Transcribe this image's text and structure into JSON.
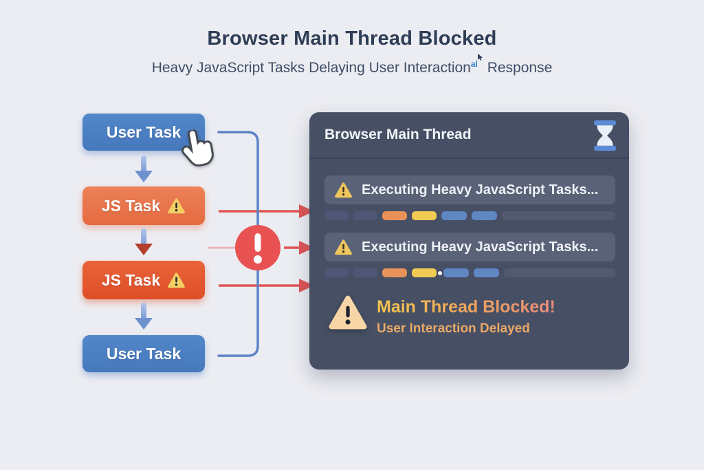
{
  "header": {
    "title": "Browser Main Thread Blocked",
    "subtitle": "Heavy JavaScript Tasks Delaying User Interaction",
    "subtitle_mark": "al",
    "subtitle_tail": " Response"
  },
  "flow": {
    "nodes": [
      {
        "label": "User Task",
        "type": "user"
      },
      {
        "label": "JS Task",
        "type": "js",
        "warning": true
      },
      {
        "label": "JS Task",
        "type": "js",
        "warning": true
      },
      {
        "label": "User Task",
        "type": "user"
      }
    ]
  },
  "panel": {
    "title": "Browser Main Thread",
    "rows": [
      {
        "label": "Executing Heavy JavaScript Tasks...",
        "segments": [
          "slate",
          "slate",
          "orange",
          "yellow",
          "blue",
          "blue",
          "track"
        ]
      },
      {
        "label": "Executing Heavy JavaScript Tasks...",
        "segments": [
          "slate",
          "slate",
          "orange",
          "yellow",
          "dot",
          "blue",
          "blue",
          "track"
        ]
      }
    ],
    "alert": {
      "title": "Main Thread Blocked!",
      "subtitle": "User Interaction Delayed"
    }
  },
  "icons": {
    "hand_cursor": "pointing-hand-cursor",
    "hourglass": "hourglass",
    "row_warning": "warning-triangle",
    "node_warning": "warning-triangle",
    "error_circle": "exclamation-circle",
    "interaction_mark": "text-cursor-click"
  },
  "colors": {
    "background": "#ECEDF2",
    "title_text": "#2E3D55",
    "user_task_blue": "#4C7FC3",
    "js_task_orange": "#E8764F",
    "js_task_deep_orange": "#E25B31",
    "warning_yellow": "#F3CE63",
    "connector_blue": "#5C83C6",
    "alert_red": "#E85252",
    "panel_bg": "#464F64",
    "panel_row_bg": "#5A6278",
    "segment_orange": "#E8925A",
    "segment_yellow": "#F2CB55",
    "segment_blue": "#5F87C2",
    "alert_triangle_cream": "#F7D5A7",
    "blocked_text_gold": "#F2C24F",
    "delayed_text_orange": "#EAA968"
  }
}
